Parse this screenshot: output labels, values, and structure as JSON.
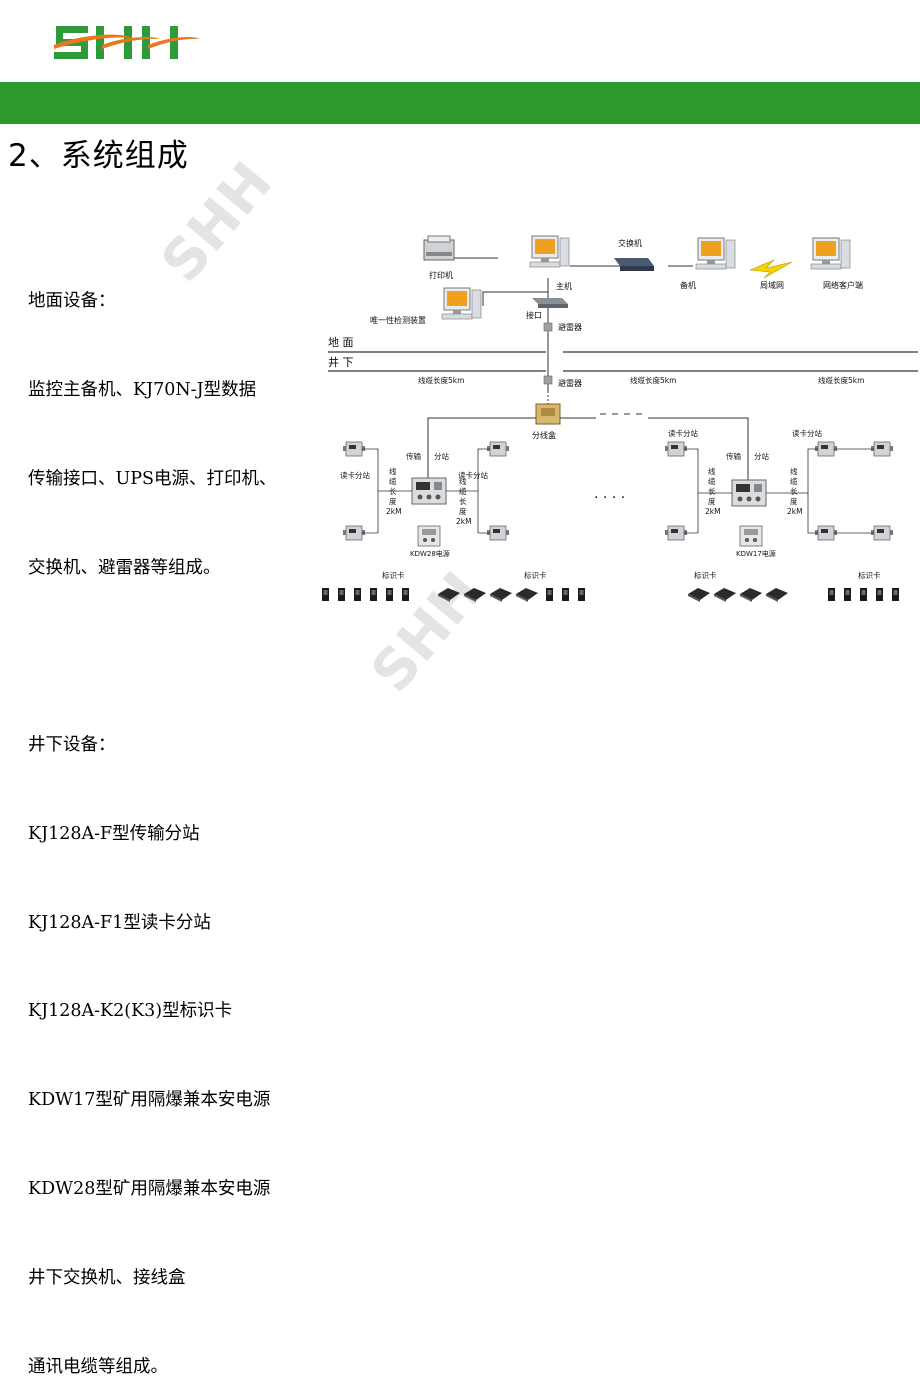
{
  "brand": {
    "logo_text": "SHH",
    "watermark": "SHH",
    "colors": {
      "green": "#2f9a2c",
      "logo_green": "#2e9b3a",
      "logo_orange": "#e8781e"
    }
  },
  "title": "2、系统组成",
  "ground": {
    "heading": "地面设备：",
    "lines": [
      "监控主备机、KJ70N-J型数据",
      "传输接口、UPS电源、打印机、",
      "交换机、避雷器等组成。"
    ]
  },
  "underground": {
    "heading": "井下设备：",
    "lines": [
      "KJ128A-F型传输分站",
      "KJ128A-F1型读卡分站",
      "KJ128A-K2(K3)型标识卡",
      "KDW17型矿用隔爆兼本安电源",
      "KDW28型矿用隔爆兼本安电源",
      "井下交换机、接线盒",
      "通讯电缆等组成。"
    ]
  },
  "diagram": {
    "printer": "打印机",
    "host": "主机",
    "switch": "交换机",
    "backup": "备机",
    "lan": "局域网",
    "client": "网络客户端",
    "unique_check": "唯一性检测装置",
    "interface": "接口",
    "arrester_top": "避雷器",
    "arrester_bottom": "避雷器",
    "surface": "地  面",
    "underground": "井  下",
    "cable_length_1": "线缆长度5km",
    "cable_length_2": "线缆长度5km",
    "cable_length_3": "线缆长度5km",
    "junction_box": "分线盒",
    "card_reader_ll": "读卡分站",
    "transmit_left": "传输",
    "substation_left": "分站",
    "card_reader_lr": "读卡分站",
    "cable_vert_left_a": "线\n缆\n长\n度\n2kM",
    "cable_vert_left_b": "线\n缆\n长\n度\n2kM",
    "kdw28": "KDW28电源",
    "card_reader_rl": "读卡分站",
    "transmit_right": "传输",
    "substation_right": "分站",
    "card_reader_rr": "读卡分站",
    "cable_vert_right_a": "线\n缆\n长\n度\n2kM",
    "cable_vert_right_b": "线\n缆\n长\n度\n2kM",
    "kdw17": "KDW17电源",
    "tag_1": "标识卡",
    "tag_2": "标识卡",
    "tag_3": "标识卡",
    "tag_4": "标识卡"
  }
}
